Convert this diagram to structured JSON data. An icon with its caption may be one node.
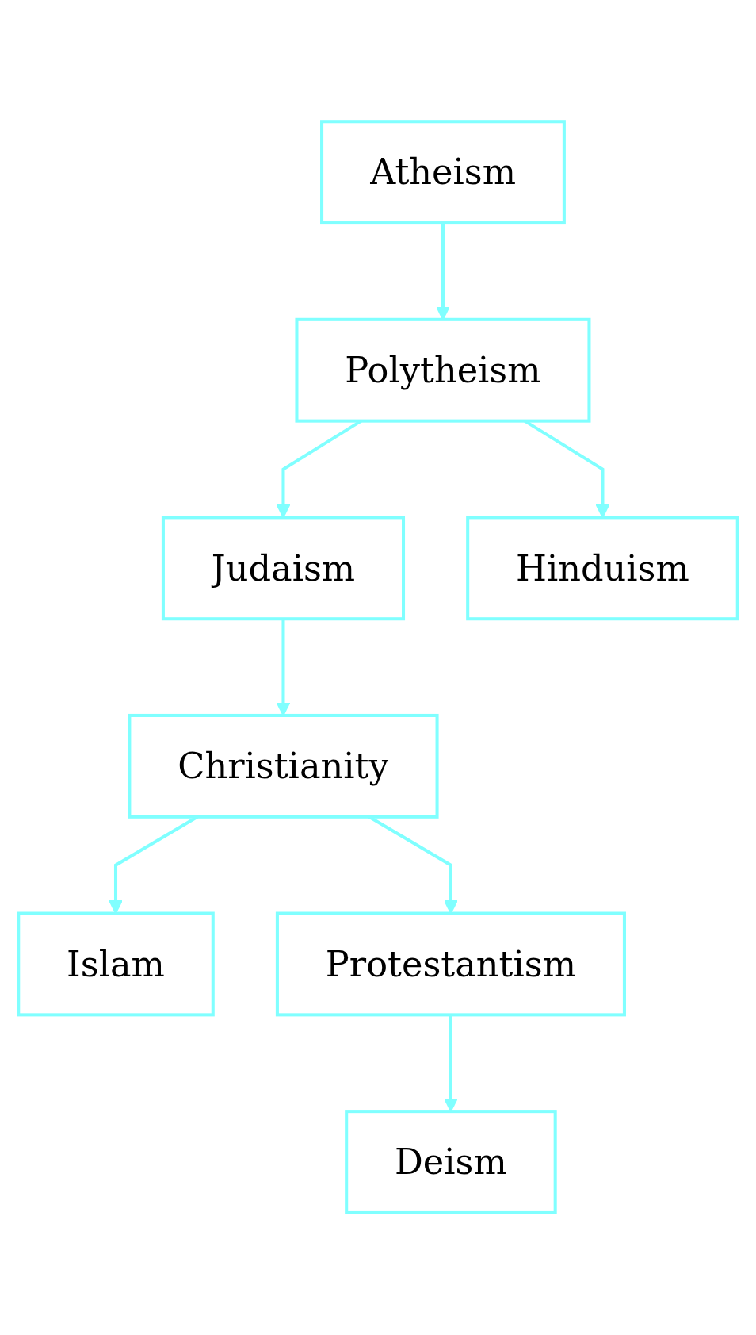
{
  "diagram": {
    "nodes": [
      {
        "text": [
          "Atheism"
        ]
      },
      {
        "text": [
          "Polytheism"
        ]
      },
      {
        "text": [
          "Judaism"
        ]
      },
      {
        "text": [
          "Hinduism"
        ]
      },
      {
        "text": [
          "Christianity"
        ]
      },
      {
        "text": [
          "Islam"
        ]
      },
      {
        "text": [
          "Protestantism"
        ]
      },
      {
        "text": [
          "Deism"
        ]
      }
    ],
    "edges": [
      {
        "from": 0,
        "to": 1,
        "arrow": "to"
      },
      {
        "from": 1,
        "to": 2,
        "arrow": "to"
      },
      {
        "from": 1,
        "to": 3,
        "arrow": "to"
      },
      {
        "from": 2,
        "to": 4,
        "arrow": "to"
      },
      {
        "from": 4,
        "to": 5,
        "arrow": "to"
      },
      {
        "from": 4,
        "to": 6,
        "arrow": "to"
      },
      {
        "from": 6,
        "to": 7,
        "arrow": "to"
      }
    ]
  }
}
